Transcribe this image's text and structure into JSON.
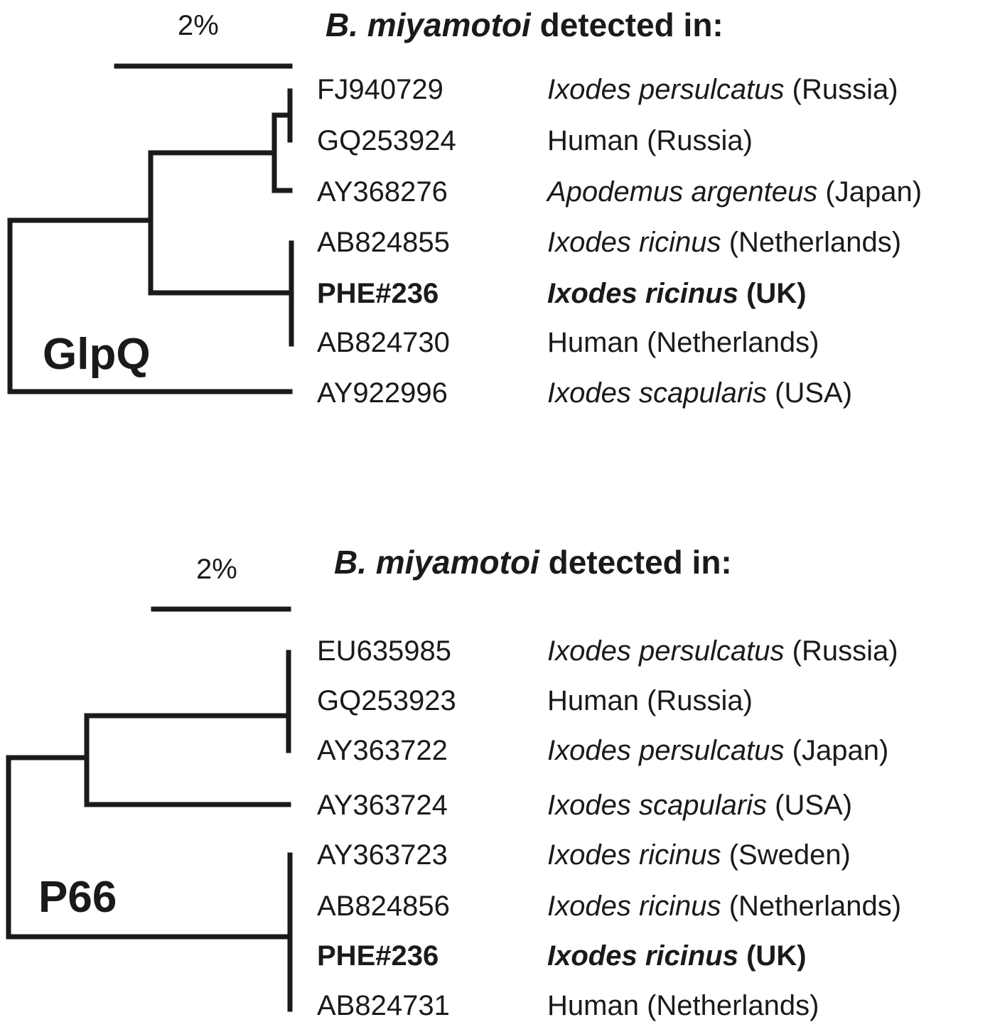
{
  "panels": [
    {
      "id": "glpq",
      "heading": {
        "species": "B. miyamotoi",
        "rest": " detected in:"
      },
      "scale_label": "2%",
      "gene_label": "GlpQ",
      "leaves": [
        {
          "accession": "FJ940729",
          "host": "Ixodes persulcatus",
          "host_italic": true,
          "country": "(Russia)",
          "bold": false
        },
        {
          "accession": "GQ253924",
          "host": "Human",
          "host_italic": false,
          "country": "(Russia)",
          "bold": false
        },
        {
          "accession": "AY368276",
          "host": "Apodemus argenteus",
          "host_italic": true,
          "country": "(Japan)",
          "bold": false
        },
        {
          "accession": "AB824855",
          "host": "Ixodes ricinus",
          "host_italic": true,
          "country": "(Netherlands)",
          "bold": false
        },
        {
          "accession": "PHE#236",
          "host": "Ixodes ricinus",
          "host_italic": true,
          "country": "(UK)",
          "bold": true
        },
        {
          "accession": "AB824730",
          "host": "Human",
          "host_italic": false,
          "country": "(Netherlands)",
          "bold": false
        },
        {
          "accession": "AY922996",
          "host": "Ixodes scapularis",
          "host_italic": true,
          "country": "(USA)",
          "bold": false
        }
      ]
    },
    {
      "id": "p66",
      "heading": {
        "species": "B. miyamotoi",
        "rest": " detected in:"
      },
      "scale_label": "2%",
      "gene_label": "P66",
      "leaves": [
        {
          "accession": "EU635985",
          "host": "Ixodes persulcatus",
          "host_italic": true,
          "country": "(Russia)",
          "bold": false
        },
        {
          "accession": "GQ253923",
          "host": "Human",
          "host_italic": false,
          "country": "(Russia)",
          "bold": false
        },
        {
          "accession": "AY363722",
          "host": "Ixodes persulcatus",
          "host_italic": true,
          "country": "(Japan)",
          "bold": false
        },
        {
          "accession": "AY363724",
          "host": "Ixodes scapularis",
          "host_italic": true,
          "country": "(USA)",
          "bold": false
        },
        {
          "accession": "AY363723",
          "host": "Ixodes ricinus",
          "host_italic": true,
          "country": "(Sweden)",
          "bold": false
        },
        {
          "accession": "AB824856",
          "host": "Ixodes ricinus",
          "host_italic": true,
          "country": "(Netherlands)",
          "bold": false
        },
        {
          "accession": "PHE#236",
          "host": "Ixodes ricinus",
          "host_italic": true,
          "country": "(UK)",
          "bold": true
        },
        {
          "accession": "AB824731",
          "host": "Human",
          "host_italic": false,
          "country": "(Netherlands)",
          "bold": false
        }
      ]
    }
  ]
}
